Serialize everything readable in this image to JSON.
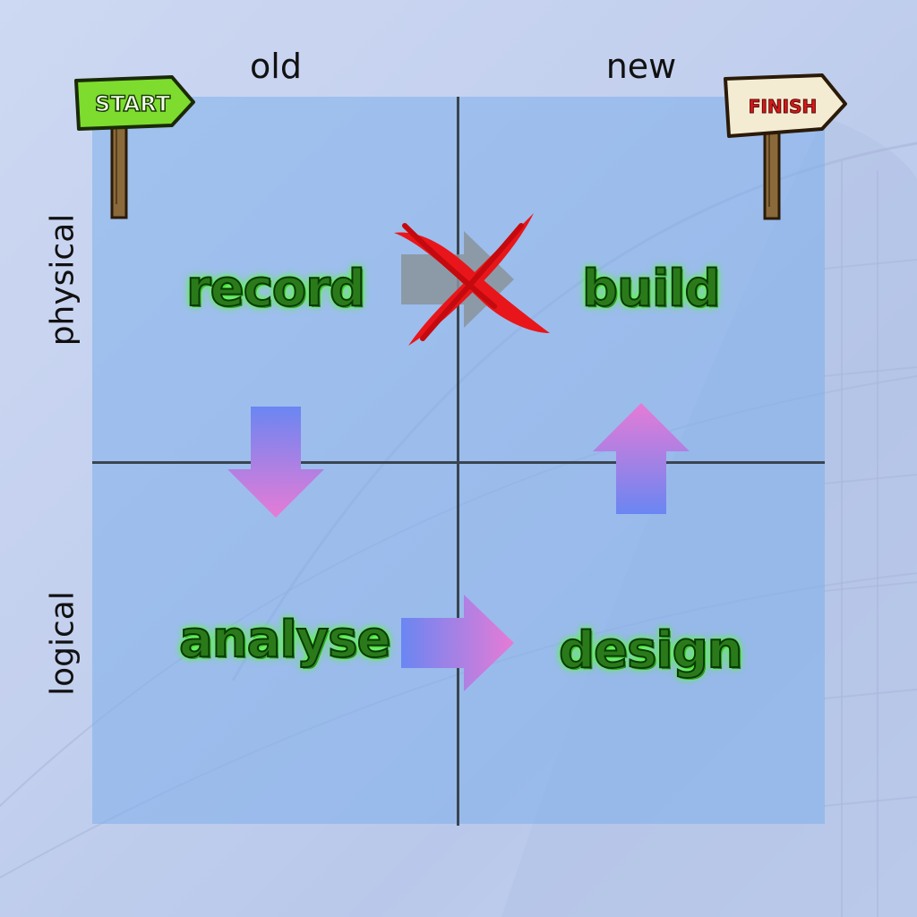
{
  "columns": {
    "old": "old",
    "new": "new"
  },
  "rows": {
    "physical": "physical",
    "logical": "logical"
  },
  "steps": {
    "record": "record",
    "build": "build",
    "analyse": "analyse",
    "design": "design"
  },
  "signs": {
    "start": "START",
    "finish": "FINISH"
  },
  "colors": {
    "step_text": "#2a7a1a",
    "step_glow": "#4cff2c",
    "arrow_gradient_blue": "#6a86f2",
    "arrow_gradient_pink": "#e67bd6",
    "cross": "#e8161a",
    "blocked_arrow": "#8a949c",
    "start_sign": "#7ddc2e",
    "finish_sign": "#f4ecd2"
  }
}
